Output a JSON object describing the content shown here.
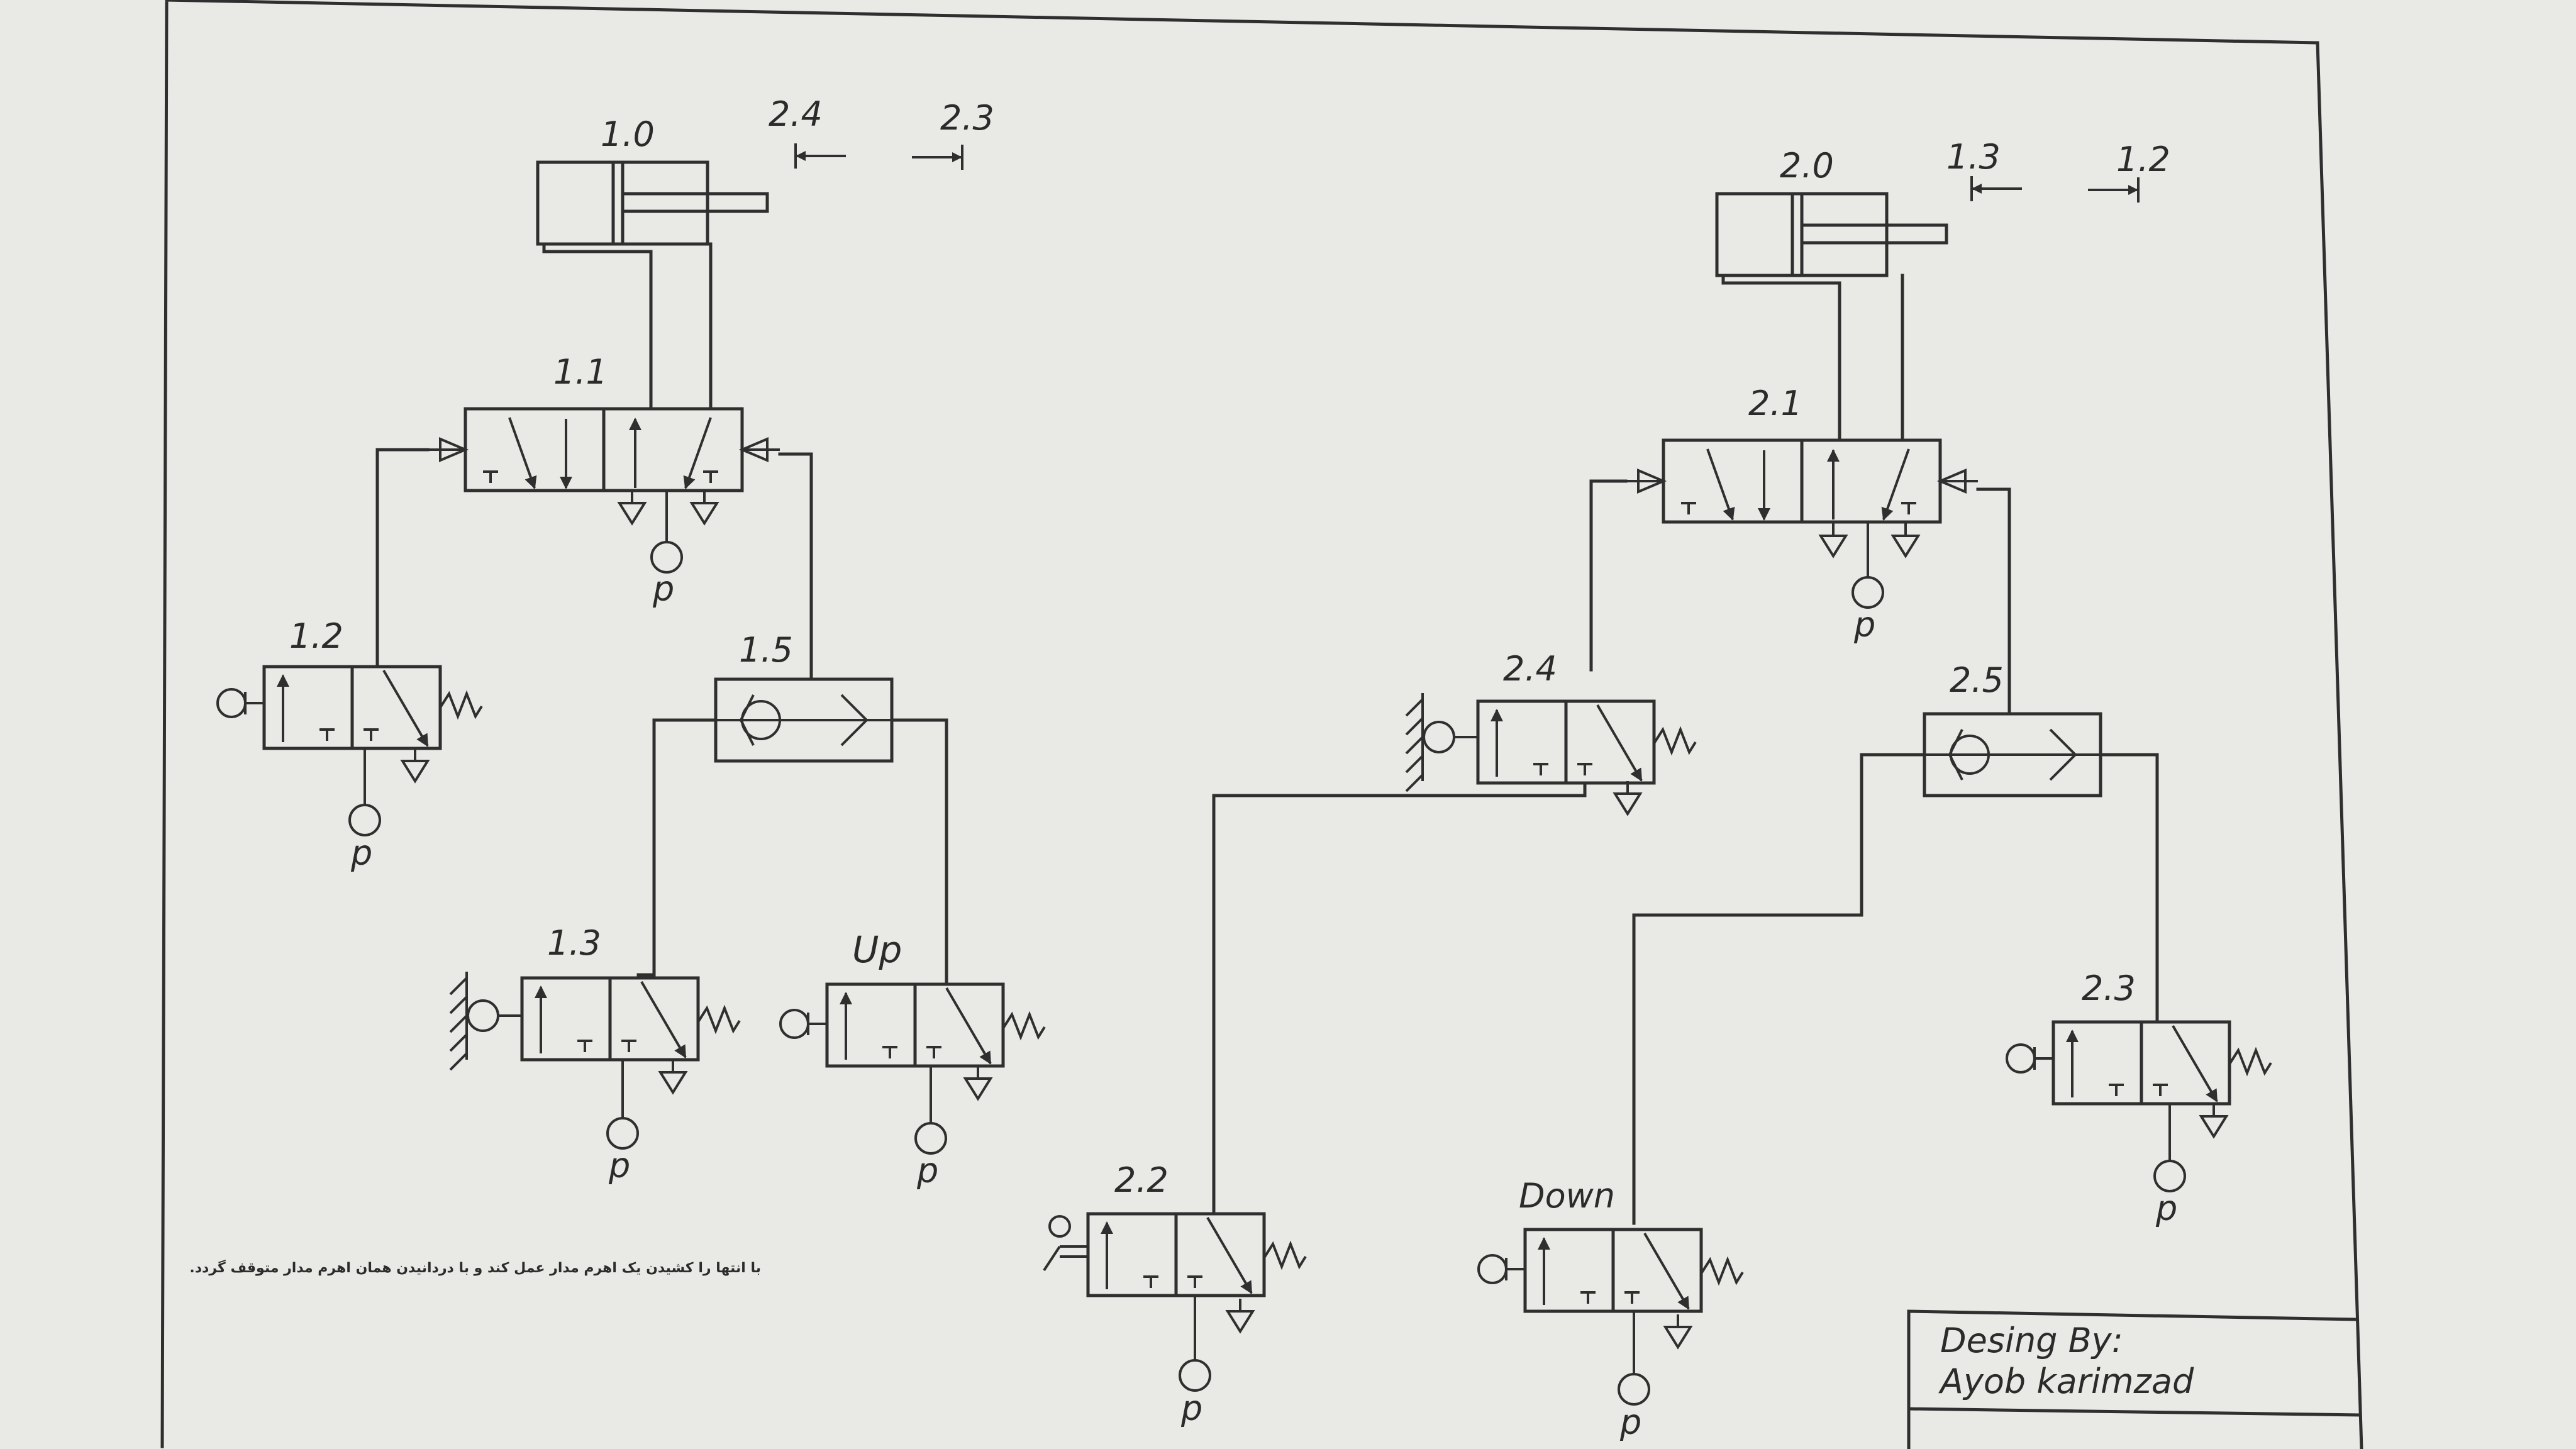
{
  "labels": {
    "cyl1": "1.0",
    "cyl2": "2.0",
    "v11": "1.1",
    "v12": "1.2",
    "v13": "1.3",
    "v15": "1.5",
    "vUp": "Up",
    "v21": "2.1",
    "v22": "2.2",
    "v23": "2.3",
    "v24": "2.4",
    "v25": "2.5",
    "vDown": "Down",
    "lim24": "2.4",
    "lim23": "2.3",
    "lim13": "1.3",
    "lim12": "1.2",
    "p": "p"
  },
  "note": "با انتها را کشیدن یک اهرم مدار عمل کند و با دردانیدن همان اهرم مدار متوقف گردد.",
  "title_block": {
    "line1": "Desing By:",
    "line2": "Ayob karimzad"
  }
}
